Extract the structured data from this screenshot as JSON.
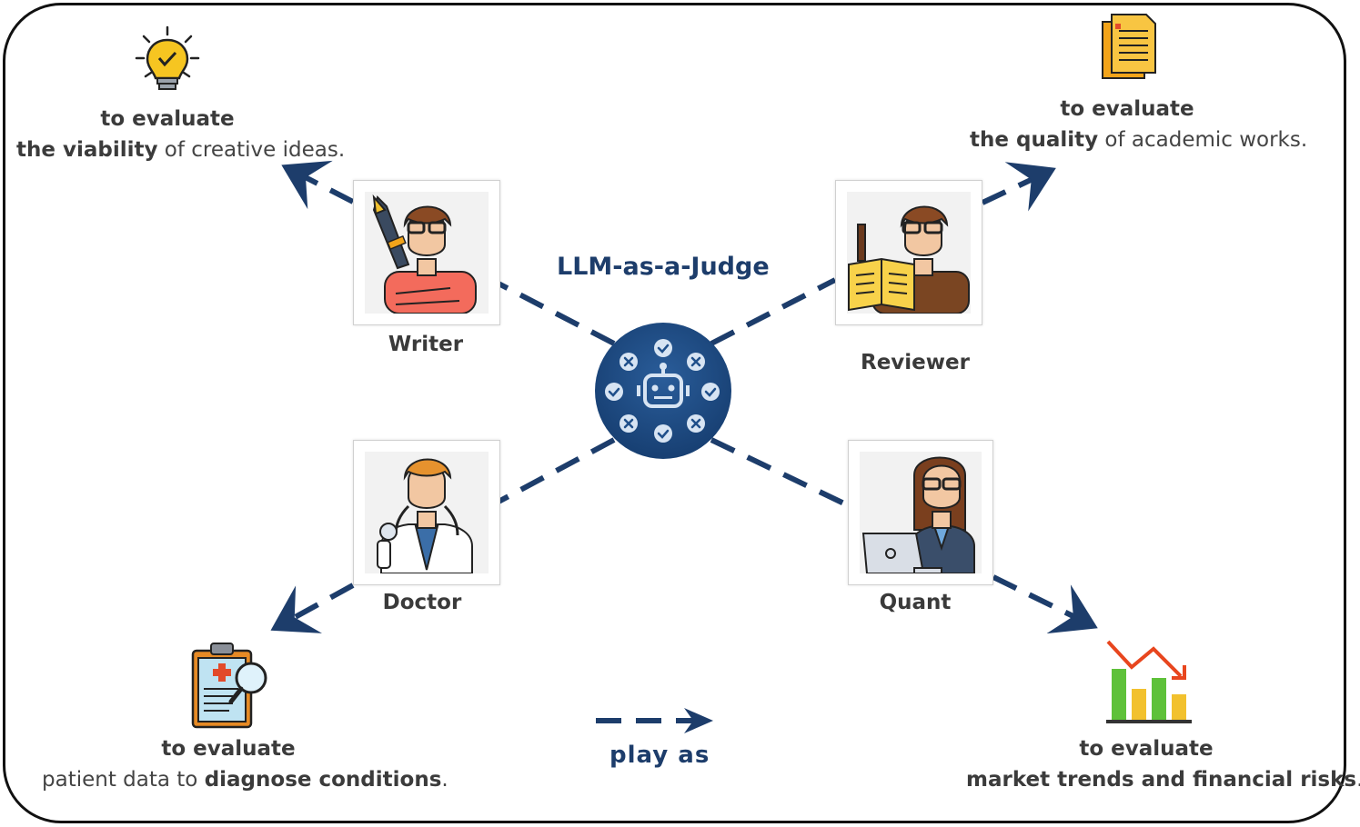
{
  "title": "LLM-as-a-Judge",
  "legend": {
    "label": "play as"
  },
  "roles": {
    "writer": "Writer",
    "reviewer": "Reviewer",
    "doctor": "Doctor",
    "quant": "Quant"
  },
  "captions": {
    "writer": {
      "line1": "to evaluate",
      "bold": "the viability",
      "rest": " of creative ideas."
    },
    "reviewer": {
      "line1": "to evaluate",
      "bold": "the quality",
      "rest": " of academic works."
    },
    "doctor": {
      "line1": "to evaluate",
      "pre": "patient data to ",
      "bold": "diagnose conditions",
      "rest": "."
    },
    "quant": {
      "line1": "to evaluate",
      "bold": "market trends and financial risks",
      "rest": "."
    }
  },
  "icons": {
    "center": "robot-judge-icon",
    "writer": "writer-with-pen-icon",
    "reviewer": "reviewer-with-book-icon",
    "doctor": "doctor-with-stethoscope-icon",
    "quant": "quant-with-laptop-icon",
    "idea": "lightbulb-check-icon",
    "document": "document-icon",
    "clipboard": "medical-clipboard-icon",
    "chart": "falling-bar-chart-icon"
  },
  "colors": {
    "accent": "#1d3d6b",
    "center": "#1f4f8a"
  }
}
